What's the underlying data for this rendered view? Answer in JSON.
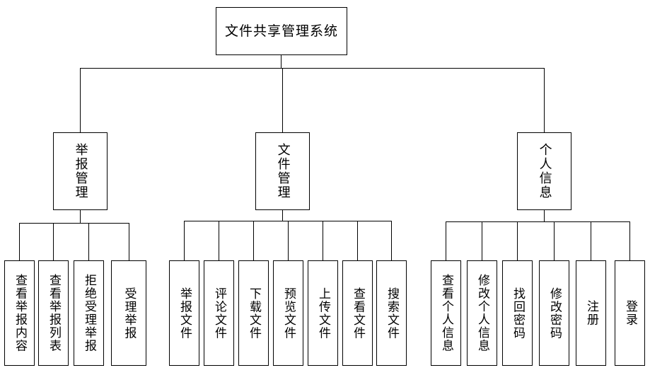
{
  "diagram": {
    "type": "organizational-tree",
    "title": "文件共享管理系统",
    "orientation": "top-down",
    "background_color": "#ffffff",
    "line_color": "#000000",
    "root": {
      "label": "文件共享管理系统",
      "text_direction": "horizontal"
    },
    "branches": [
      {
        "id": "report-management",
        "label": "举报管理",
        "text_direction": "vertical",
        "children": [
          {
            "id": "view-report-content",
            "label": "查看举报内容"
          },
          {
            "id": "view-report-list",
            "label": "查看举报列表"
          },
          {
            "id": "reject-report",
            "label": "拒绝受理举报"
          },
          {
            "id": "accept-report",
            "label": "受理举报"
          }
        ]
      },
      {
        "id": "file-management",
        "label": "文件管理",
        "text_direction": "vertical",
        "children": [
          {
            "id": "report-file",
            "label": "举报文件"
          },
          {
            "id": "comment-file",
            "label": "评论文件"
          },
          {
            "id": "download-file",
            "label": "下载文件"
          },
          {
            "id": "preview-file",
            "label": "预览文件"
          },
          {
            "id": "upload-file",
            "label": "上传文件"
          },
          {
            "id": "view-file",
            "label": "查看文件"
          },
          {
            "id": "search-file",
            "label": "搜索文件"
          }
        ]
      },
      {
        "id": "personal-information",
        "label": "个人信息",
        "text_direction": "vertical",
        "children": [
          {
            "id": "view-personal-info",
            "label": "查看个人信息"
          },
          {
            "id": "edit-personal-info",
            "label": "修改个人信息"
          },
          {
            "id": "retrieve-password",
            "label": "找回密码"
          },
          {
            "id": "change-password",
            "label": "修改密码"
          },
          {
            "id": "register",
            "label": "注册"
          },
          {
            "id": "login",
            "label": "登录"
          }
        ]
      }
    ]
  }
}
